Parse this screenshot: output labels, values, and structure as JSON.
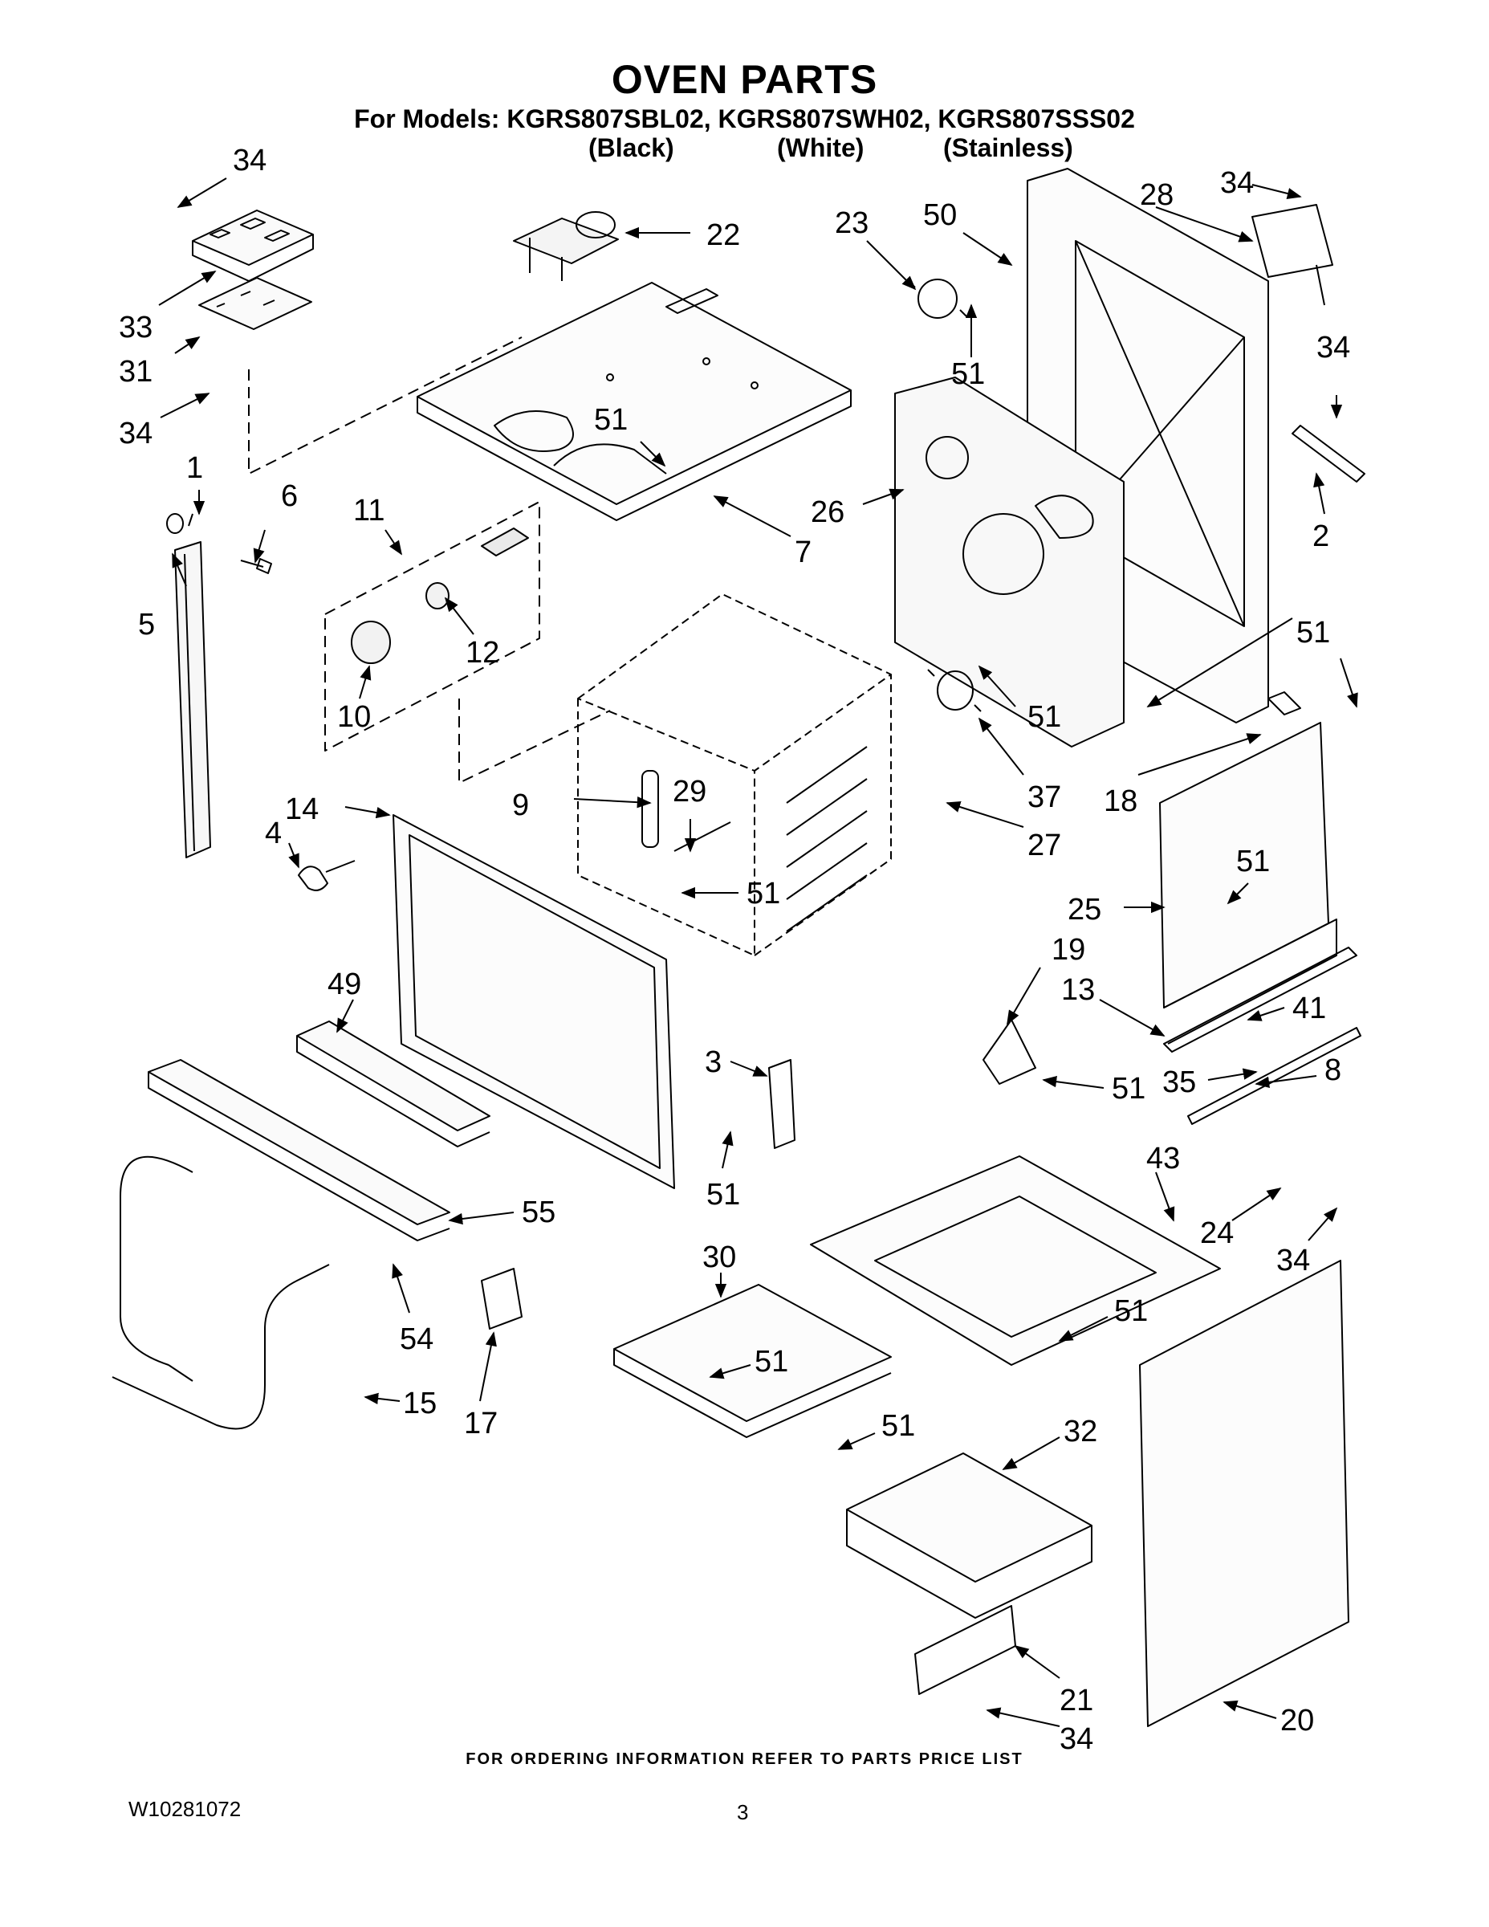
{
  "header": {
    "title": "OVEN PARTS",
    "models": "For Models: KGRS807SBL02, KGRS807SWH02, KGRS807SSS02",
    "colors": [
      "(Black)",
      "(White)",
      "(Stainless)"
    ]
  },
  "callouts": [
    {
      "id": "c34a",
      "text": "34"
    },
    {
      "id": "c33",
      "text": "33"
    },
    {
      "id": "c31",
      "text": "31"
    },
    {
      "id": "c34b",
      "text": "34"
    },
    {
      "id": "c22",
      "text": "22"
    },
    {
      "id": "c23",
      "text": "23"
    },
    {
      "id": "c50",
      "text": "50"
    },
    {
      "id": "c28",
      "text": "28"
    },
    {
      "id": "c34c",
      "text": "34"
    },
    {
      "id": "c34d",
      "text": "34"
    },
    {
      "id": "c51a",
      "text": "51"
    },
    {
      "id": "c51b",
      "text": "51"
    },
    {
      "id": "c1",
      "text": "1"
    },
    {
      "id": "c6",
      "text": "6"
    },
    {
      "id": "c5",
      "text": "5"
    },
    {
      "id": "c11",
      "text": "11"
    },
    {
      "id": "c12",
      "text": "12"
    },
    {
      "id": "c10",
      "text": "10"
    },
    {
      "id": "c7",
      "text": "7"
    },
    {
      "id": "c26",
      "text": "26"
    },
    {
      "id": "c2",
      "text": "2"
    },
    {
      "id": "c51c",
      "text": "51"
    },
    {
      "id": "c51d",
      "text": "51"
    },
    {
      "id": "c37",
      "text": "37"
    },
    {
      "id": "c18",
      "text": "18"
    },
    {
      "id": "c27",
      "text": "27"
    },
    {
      "id": "c9",
      "text": "9"
    },
    {
      "id": "c29",
      "text": "29"
    },
    {
      "id": "c14",
      "text": "14"
    },
    {
      "id": "c4",
      "text": "4"
    },
    {
      "id": "c51e",
      "text": "51"
    },
    {
      "id": "c51f",
      "text": "51"
    },
    {
      "id": "c25",
      "text": "25"
    },
    {
      "id": "c19",
      "text": "19"
    },
    {
      "id": "c13",
      "text": "13"
    },
    {
      "id": "c41",
      "text": "41"
    },
    {
      "id": "c49",
      "text": "49"
    },
    {
      "id": "c35",
      "text": "35"
    },
    {
      "id": "c8",
      "text": "8"
    },
    {
      "id": "c51g",
      "text": "51"
    },
    {
      "id": "c3",
      "text": "3"
    },
    {
      "id": "c51h",
      "text": "51"
    },
    {
      "id": "c43",
      "text": "43"
    },
    {
      "id": "c55",
      "text": "55"
    },
    {
      "id": "c24",
      "text": "24"
    },
    {
      "id": "c34e",
      "text": "34"
    },
    {
      "id": "c30",
      "text": "30"
    },
    {
      "id": "c54",
      "text": "54"
    },
    {
      "id": "c51i",
      "text": "51"
    },
    {
      "id": "c51j",
      "text": "51"
    },
    {
      "id": "c15",
      "text": "15"
    },
    {
      "id": "c17",
      "text": "17"
    },
    {
      "id": "c51k",
      "text": "51"
    },
    {
      "id": "c32",
      "text": "32"
    },
    {
      "id": "c21",
      "text": "21"
    },
    {
      "id": "c20",
      "text": "20"
    },
    {
      "id": "c34f",
      "text": "34"
    }
  ],
  "footer": {
    "ordering_note": "FOR ORDERING INFORMATION REFER TO PARTS PRICE LIST",
    "doc_number": "W10281072",
    "page_number": "3"
  }
}
